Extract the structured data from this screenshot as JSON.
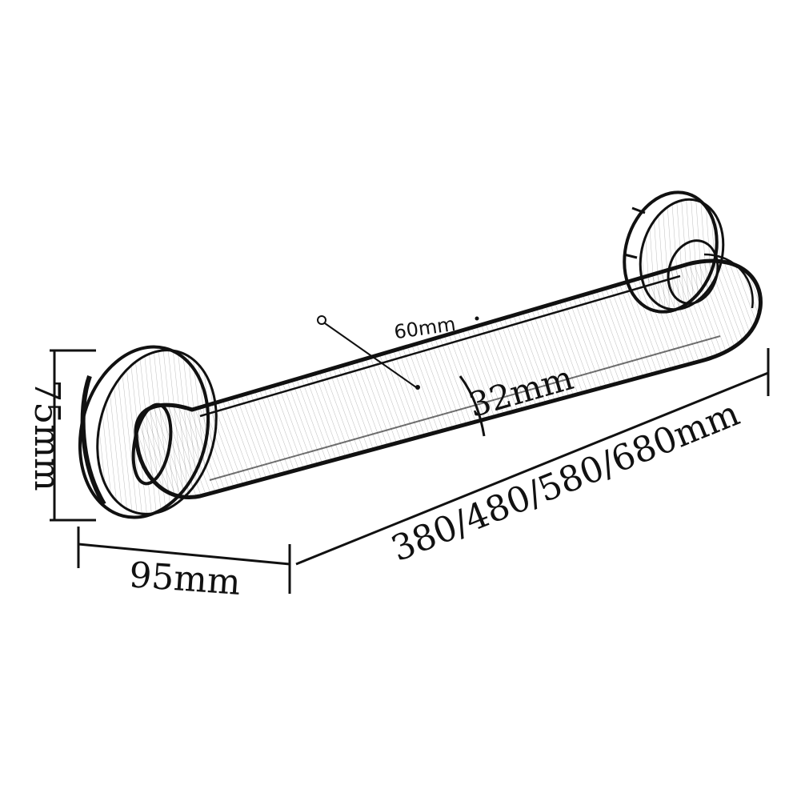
{
  "labels": {
    "height": "75mm",
    "depth": "95mm",
    "tube_outer": "60mm",
    "tube_diameter": "32mm",
    "lengths": "380/480/580/680mm"
  },
  "colors": {
    "ink": "#111111",
    "paper": "#ffffff"
  }
}
